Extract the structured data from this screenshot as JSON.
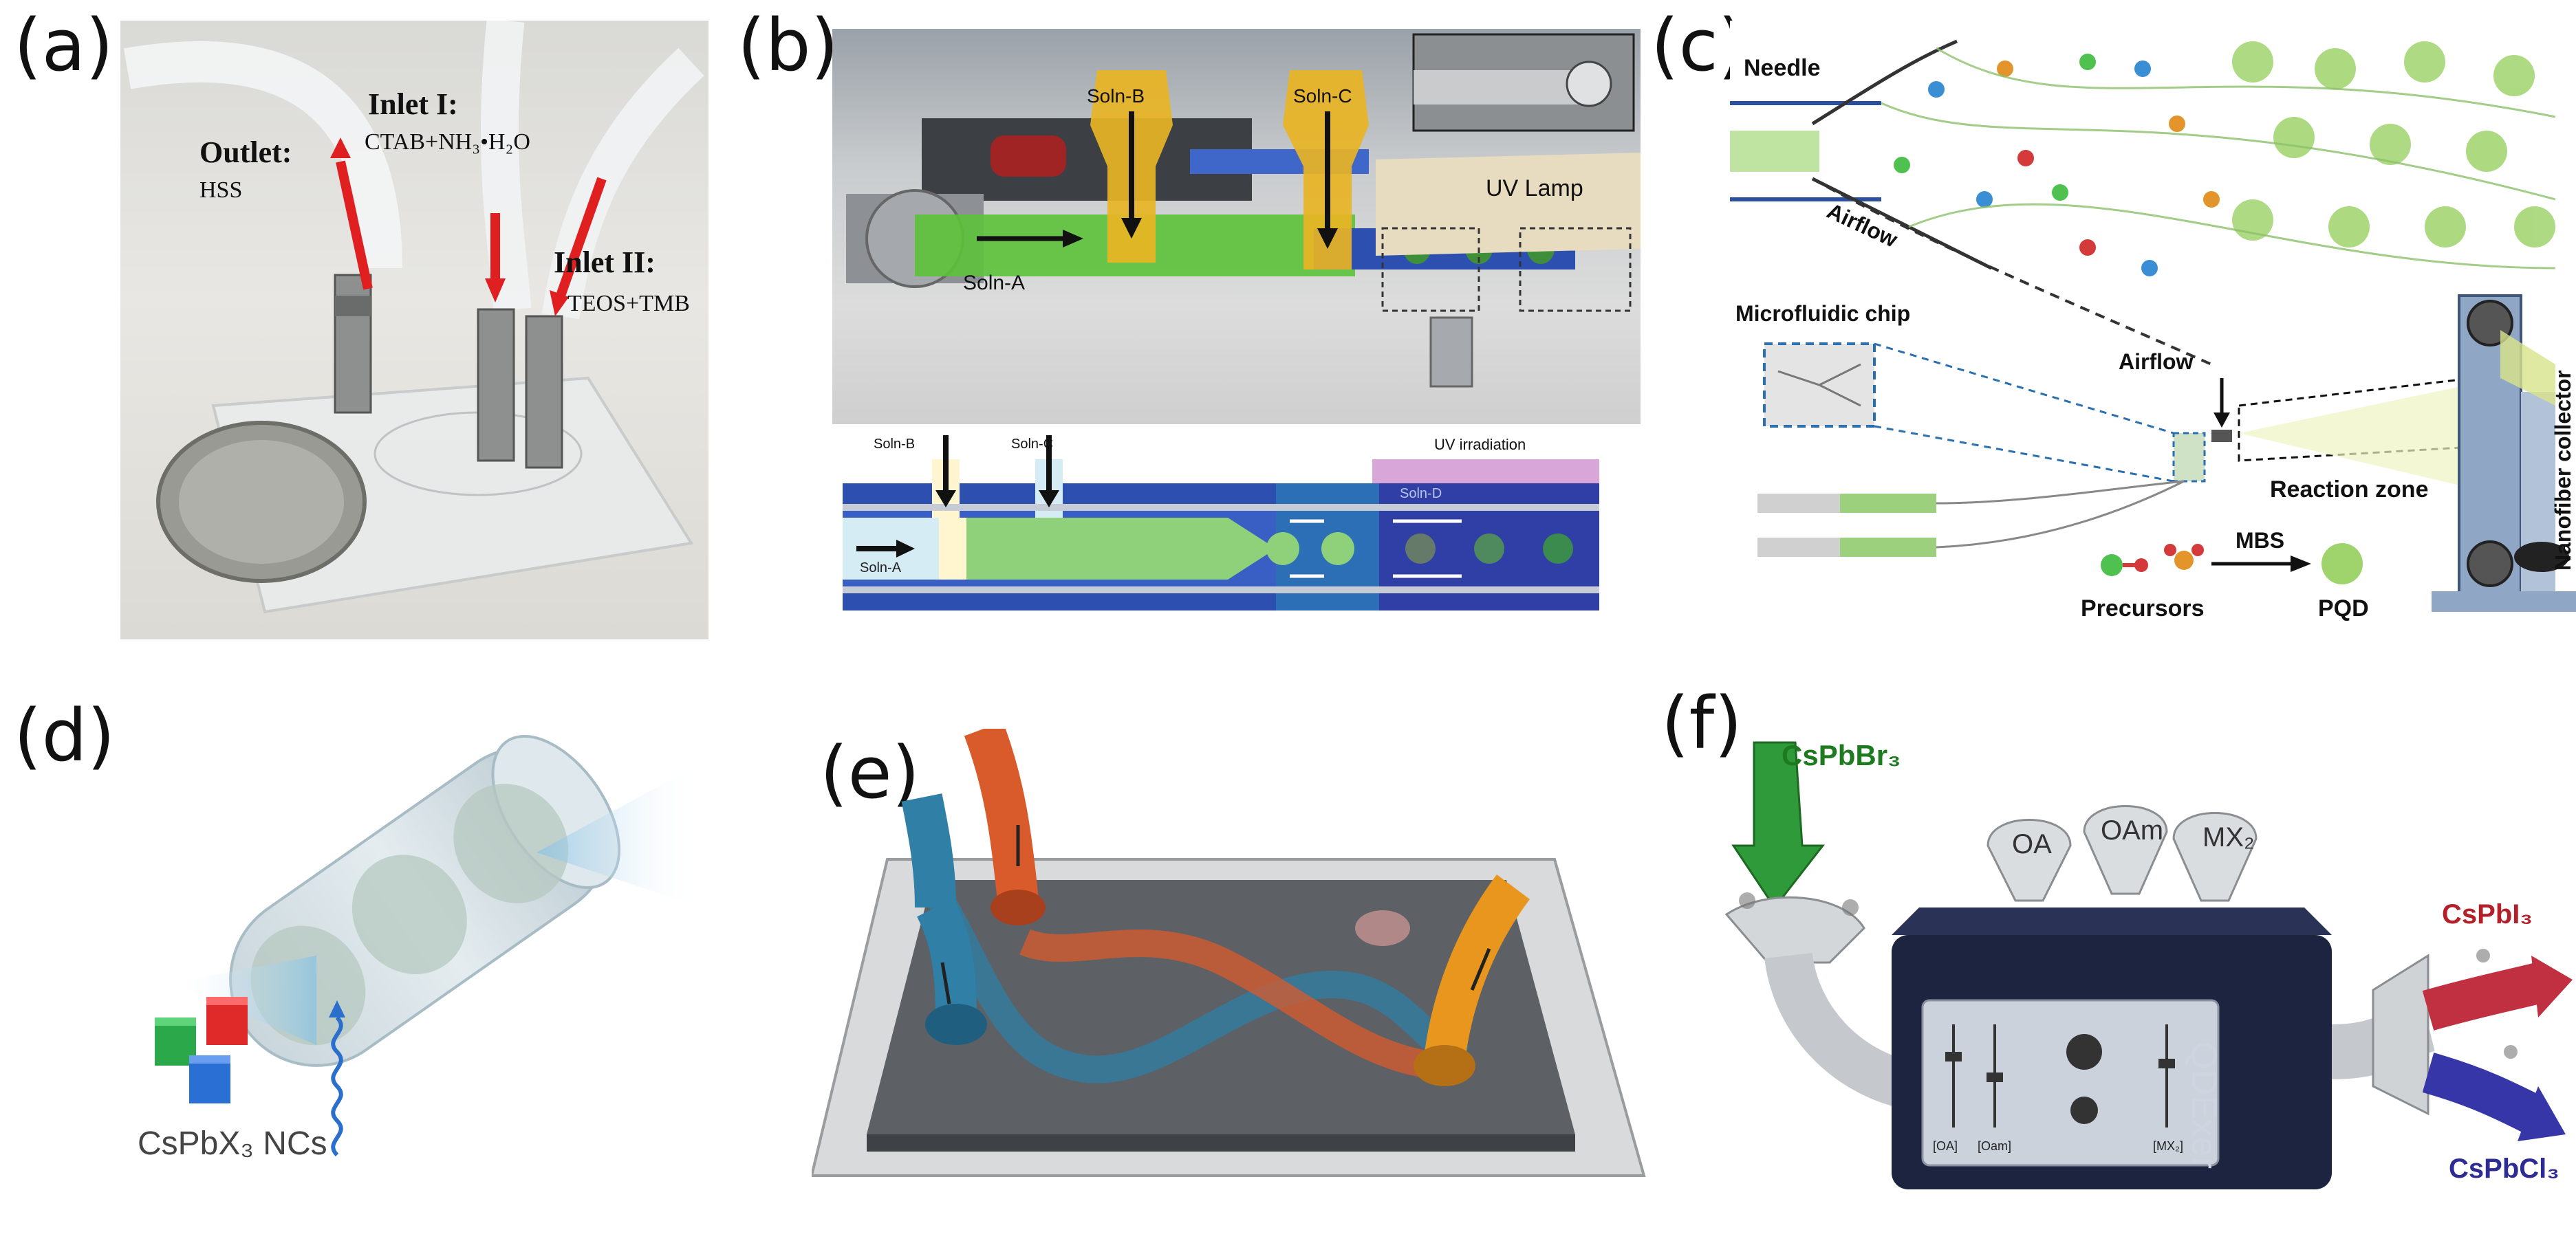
{
  "panels": {
    "a": {
      "label": "(a)",
      "outlet_title": "Outlet:",
      "outlet_sub": "HSS",
      "inlet1_title": "Inlet I:",
      "inlet1_sub": "CTAB+NH₃•H₂O",
      "inlet2_title": "Inlet II:",
      "inlet2_sub": "TEOS+TMB"
    },
    "b": {
      "label": "(b)",
      "soln_a": "Soln-A",
      "soln_b": "Soln-B",
      "soln_c": "Soln-C",
      "uv_lamp": "UV Lamp",
      "d_soln_a": "Soln-A",
      "d_soln_b": "Soln-B",
      "d_soln_c": "Soln-C",
      "d_soln_d": "Soln-D",
      "uv_irradiation": "UV irradiation"
    },
    "c": {
      "label": "(c)",
      "needle": "Needle",
      "airflow_top": "Airflow",
      "microfluidic_chip": "Microfluidic chip",
      "airflow_mid": "Airflow",
      "reaction_zone": "Reaction zone",
      "mbs": "MBS",
      "precursors": "Precursors",
      "pqd": "PQD",
      "nanofiber_collector": "Nanofiber collector"
    },
    "d": {
      "label": "(d)",
      "ncs": "CsPbX₃ NCs"
    },
    "e": {
      "label": "(e)"
    },
    "f": {
      "label": "(f)",
      "cspbbr3": "CsPbBr₃",
      "oa": "OA",
      "oam": "OAm",
      "mx2": "MX₂",
      "qdexer": "QDExer",
      "cspbi3": "CsPbI₃",
      "cspbcl3": "CsPbCl₃",
      "panel_oa": "[OA]",
      "panel_oam": "[Oam]",
      "panel_mx2": "[MX₂]"
    }
  },
  "colors": {
    "red_arrow": "#e02020",
    "soln_green": "#5cc23a",
    "syringe_yellow": "#e8b424",
    "channel_blue": "#2d4fb0",
    "uv_pink": "#d9a6d9",
    "tube_orange": "#d95a2b",
    "tube_blue": "#2f7fa6",
    "tube_amber": "#e8961e",
    "device_navy": "#1d2440",
    "cspbbr3_green": "#1e7a1e",
    "cspbi3_red": "#b3202a",
    "cspbcl3_blue": "#2c2c94"
  }
}
